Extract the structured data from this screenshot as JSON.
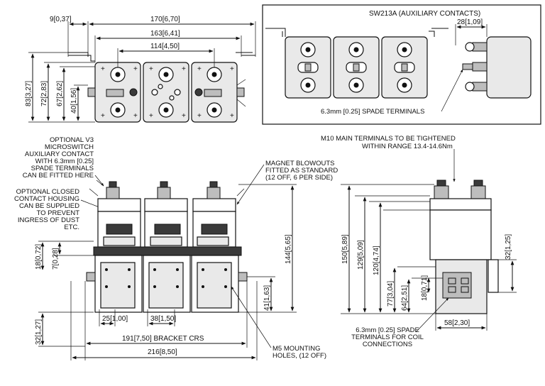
{
  "top_view": {
    "dims": {
      "d9": "9",
      "d9i": "0,37",
      "d170": "170",
      "d170i": "6,70",
      "d163": "163",
      "d163i": "6,41",
      "d114": "114",
      "d114i": "4,50",
      "d83": "83",
      "d83i": "3,27",
      "d72": "72",
      "d72i": "2,83",
      "d67": "67",
      "d67i": "2,62",
      "d40": "40",
      "d40i": "1,56"
    }
  },
  "aux_box": {
    "title": "SW213A (AUXILIARY CONTACTS)",
    "d28": "28",
    "d28i": "1,09",
    "spade_note": "6.3mm [0.25] SPADE TERMINALS"
  },
  "front_view": {
    "notes": {
      "v3": [
        "OPTIONAL V3",
        "MICROSWITCH",
        "AUXILIARY CONTACT",
        "WITH 6.3mm [0.25]",
        "SPADE TERMINALS",
        "CAN BE FITTED HERE"
      ],
      "housing": [
        "OPTIONAL CLOSED",
        "CONTACT HOUSING",
        "CAN BE SUPPLIED",
        "TO PREVENT",
        "INGRESS OF DUST",
        "ETC."
      ],
      "magnet": [
        "MAGNET BLOWOUTS",
        "FITTED AS STANDARD",
        "(12 OFF, 6 PER SIDE)"
      ],
      "mounting": [
        "M5 MOUNTING",
        "HOLES, (12 OFF)"
      ]
    },
    "dims": {
      "d18": "18",
      "d18i": "0,72",
      "d7": "7",
      "d7i": "0,28",
      "d32": "32",
      "d32i": "1,27",
      "d144": "144",
      "d144i": "5,65",
      "d41": "41",
      "d41i": "1,63",
      "d25": "25",
      "d25i": "1,00",
      "d38": "38",
      "d38i": "1,50",
      "d191": "191",
      "d191i": "7,50",
      "bracket": "BRACKET CRS",
      "d216": "216",
      "d216i": "8,50"
    }
  },
  "side_view": {
    "notes": {
      "m10": [
        "M10 MAIN TERMINALS TO BE TIGHTENED",
        "WITHIN RANGE 13.4-14.6Nm"
      ],
      "coil": [
        "6.3mm [0.25] SPADE",
        "TERMINALS FOR COIL",
        "CONNECTIONS"
      ]
    },
    "dims": {
      "d150": "150",
      "d150i": "5,89",
      "d129": "129",
      "d129i": "5,09",
      "d120": "120",
      "d120i": "4,74",
      "d77": "77",
      "d77i": "3,04",
      "d64": "64",
      "d64i": "2,51",
      "d18": "18",
      "d18i": "0,71",
      "d32": "32",
      "d32i": "1,25",
      "d58": "58",
      "d58i": "2,30"
    }
  }
}
